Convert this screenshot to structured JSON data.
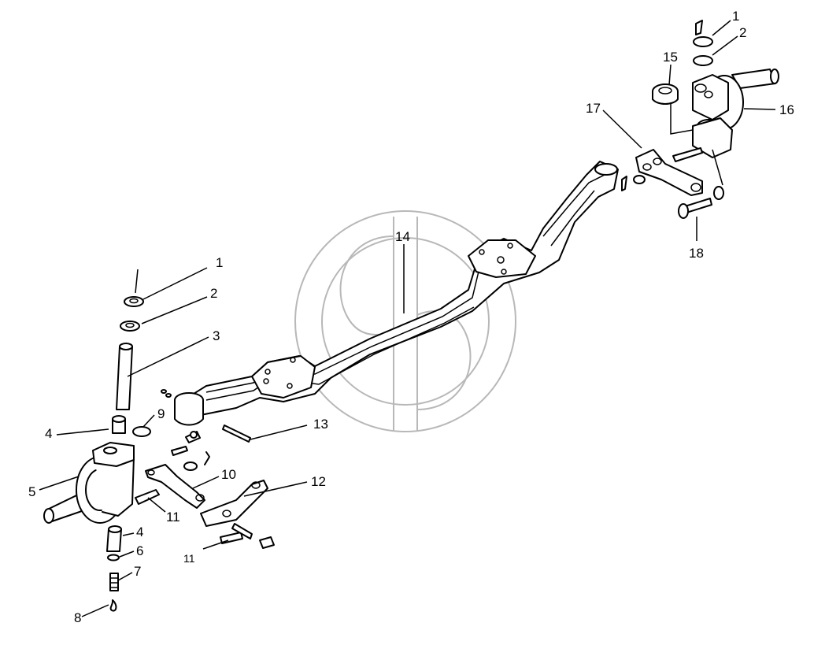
{
  "diagram": {
    "callouts": [
      {
        "id": "c1-left",
        "text": "1"
      },
      {
        "id": "c2-left",
        "text": "2"
      },
      {
        "id": "c3",
        "text": "3"
      },
      {
        "id": "c4-upper",
        "text": "4"
      },
      {
        "id": "c5",
        "text": "5"
      },
      {
        "id": "c9",
        "text": "9"
      },
      {
        "id": "c4-lower",
        "text": "4"
      },
      {
        "id": "c6",
        "text": "6"
      },
      {
        "id": "c7",
        "text": "7"
      },
      {
        "id": "c8",
        "text": "8"
      },
      {
        "id": "c10",
        "text": "10"
      },
      {
        "id": "c11-upper",
        "text": "11"
      },
      {
        "id": "c11-lower",
        "text": "11"
      },
      {
        "id": "c12",
        "text": "12"
      },
      {
        "id": "c13",
        "text": "13"
      },
      {
        "id": "c14",
        "text": "14"
      },
      {
        "id": "c15",
        "text": "15"
      },
      {
        "id": "c16",
        "text": "16"
      },
      {
        "id": "c17",
        "text": "17"
      },
      {
        "id": "c18",
        "text": "18"
      },
      {
        "id": "c1-right",
        "text": "1"
      },
      {
        "id": "c2-right",
        "text": "2"
      }
    ]
  }
}
